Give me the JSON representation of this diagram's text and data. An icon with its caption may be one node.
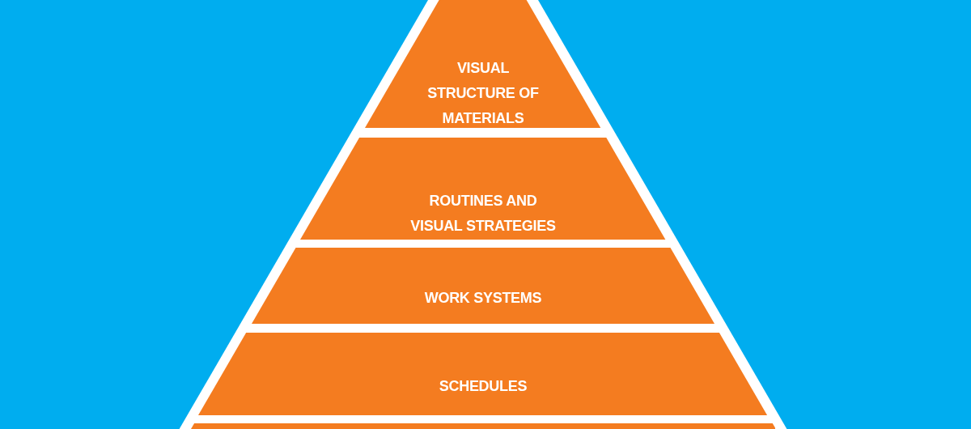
{
  "diagram": {
    "nodes": [
      {
        "text": [
          "VISUAL STRUCTURE OF MATERIALS"
        ]
      },
      {
        "text": [
          "ROUTINES AND VISUAL STRATEGIES"
        ]
      },
      {
        "text": [
          "WORK SYSTEMS"
        ]
      },
      {
        "text": [
          "SCHEDULES"
        ]
      },
      {
        "text": [],
        "shape": "box"
      }
    ]
  }
}
